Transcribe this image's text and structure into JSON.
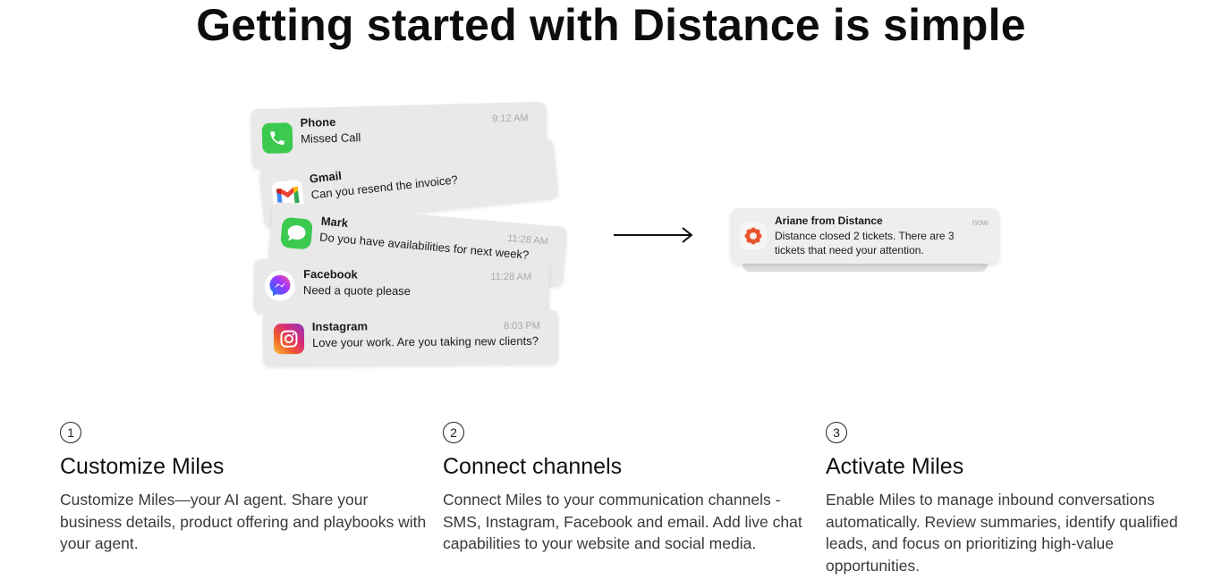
{
  "page_title": "Getting started with Distance is simple",
  "incoming_notifications": [
    {
      "icon": "phone-icon",
      "sender": "Phone",
      "message": "Missed Call",
      "time": "9:12 AM"
    },
    {
      "icon": "gmail-icon",
      "sender": "Gmail",
      "message": "Can you resend the invoice?",
      "time": ""
    },
    {
      "icon": "messages-icon",
      "sender": "Mark",
      "message": "Do you have availabilities for next week?",
      "time": "11:28 AM"
    },
    {
      "icon": "messenger-icon",
      "sender": "Facebook",
      "message": "Need a quote please",
      "time": "11:28 AM"
    },
    {
      "icon": "instagram-icon",
      "sender": "Instagram",
      "message": "Love your work. Are you taking new clients?",
      "time": "8:03 PM"
    }
  ],
  "arrow_icon": "arrow-right-icon",
  "result_notification": {
    "icon": "distance-logo-icon",
    "sender": "Ariane from Distance",
    "message": "Distance closed 2 tickets. There are 3 tickets that need your attention.",
    "time": "now"
  },
  "steps": [
    {
      "number": "1",
      "title": "Customize Miles",
      "text": "Customize Miles—your AI agent. Share your business details, product offering and playbooks with your agent."
    },
    {
      "number": "2",
      "title": "Connect channels",
      "text": "Connect Miles to your communication channels - SMS, Instagram, Facebook and email. Add live chat capabilities to your website and social media."
    },
    {
      "number": "3",
      "title": "Activate Miles",
      "text": "Enable Miles to manage inbound conversations automatically. Review summaries, identify qualified leads, and focus on prioritizing high-value opportunities."
    }
  ],
  "colors": {
    "card_background": "#e9e9e9",
    "phone_green": "#3cc94f",
    "distance_orange": "#e8552b"
  }
}
